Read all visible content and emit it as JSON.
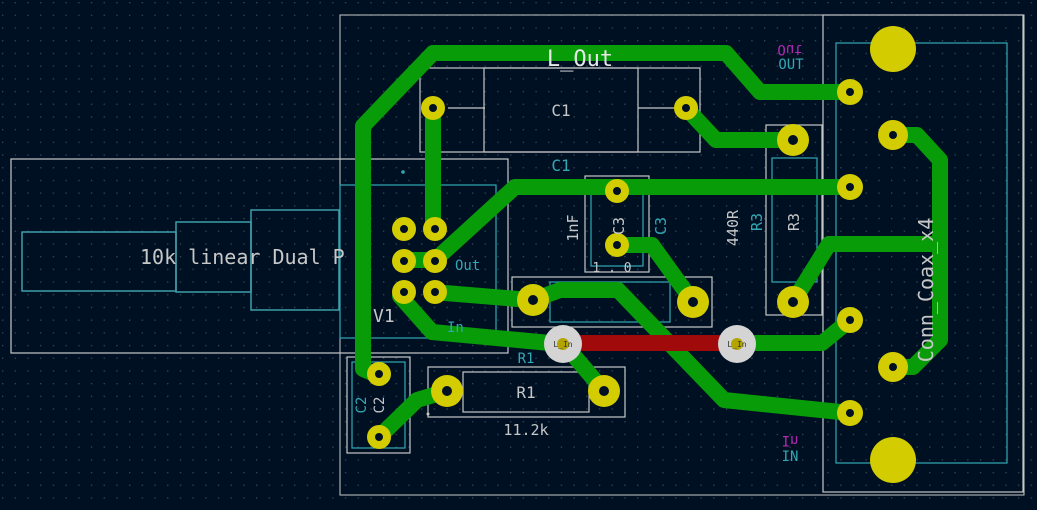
{
  "colors": {
    "background": "#001023",
    "grid_dot": "#3a4756",
    "copper_front": "#089c08",
    "copper_back": "#a00a0a",
    "pad": "#d3cc00",
    "drill": "#f0f0f0",
    "silkscreen": "#c7c7c7",
    "fab_cyan": "#33a8b4",
    "label_magenta": "#b428b4"
  },
  "labels": {
    "net_l_out": "L_Out",
    "c1_ref": "C1",
    "c1_value": "C1",
    "c3_value": "1nF",
    "c3_ref_silk": "C3",
    "c3_ref_fab": "C3",
    "c3_pad_label": "1 . 0",
    "r3_value": "440R",
    "r3_ref_silk": "R3",
    "r3_ref_fab": "R3",
    "pot_value": "10k linear Dual P",
    "pot_out": "Out",
    "pot_in": "In",
    "pot_ref": "V1",
    "r1_ref_fab": "R1",
    "r1_ref_silk": "R1",
    "r1_value": "11.2k",
    "c2_ref_silk": "C2",
    "c2_ref_fab": "C2",
    "conn_value": "Conn_Coax_x4",
    "out_mirrored": "Out",
    "out_label": "OUT",
    "in_mirrored": "In",
    "in_label": "IN",
    "via_left": "L_In",
    "via_right": "L_In"
  }
}
